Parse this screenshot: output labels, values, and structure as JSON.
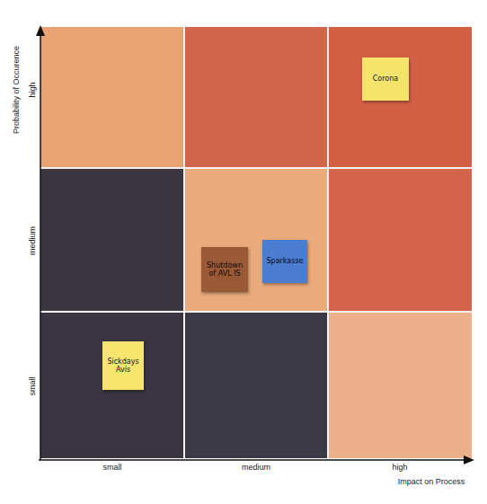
{
  "diagram": {
    "nodes": [
      {
        "text": [
          "Corona"
        ]
      },
      {
        "text": [
          "Shutdown of AVL IS"
        ]
      },
      {
        "text": [
          "Sparkasse"
        ]
      },
      {
        "text": [
          "Sickdays Avis"
        ]
      }
    ],
    "labels": [
      "Probability of Occurence",
      "high",
      "medium",
      "small",
      "small",
      "medium",
      "high",
      "Impact on Process"
    ]
  }
}
